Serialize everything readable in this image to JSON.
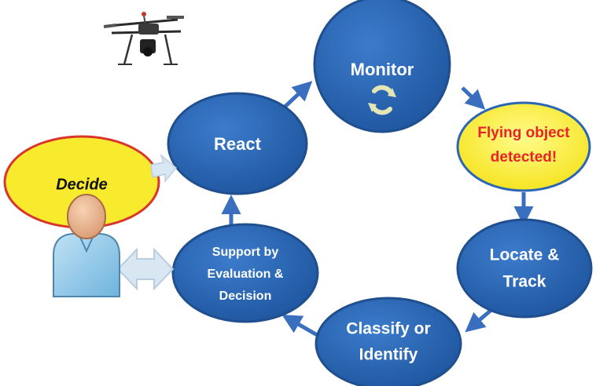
{
  "nodes": {
    "monitor": {
      "label": "Monitor"
    },
    "flying_object": {
      "line1": "Flying object",
      "line2": "detected!"
    },
    "locate_track": {
      "line1": "Locate &",
      "line2": "Track"
    },
    "classify": {
      "line1": "Classify or",
      "line2": "Identify"
    },
    "support": {
      "line1": "Support by",
      "line2": "Evaluation &",
      "line3": "Decision"
    },
    "react": {
      "label": "React"
    },
    "decide": {
      "label": "Decide"
    }
  },
  "icons": {
    "drone": "drone-icon",
    "refresh": "refresh-icon",
    "person": "person-icon"
  },
  "colors": {
    "node_fill": "#2b66b5",
    "node_stroke": "#1f4f8e",
    "arrow": "#3a6fbf",
    "alert_fill": "#fdf33a",
    "alert_text": "#e8242a",
    "decide_fill": "#f8ea2c",
    "decide_stroke": "#d9352c",
    "exchange_arrow": "#d9e7f3"
  }
}
